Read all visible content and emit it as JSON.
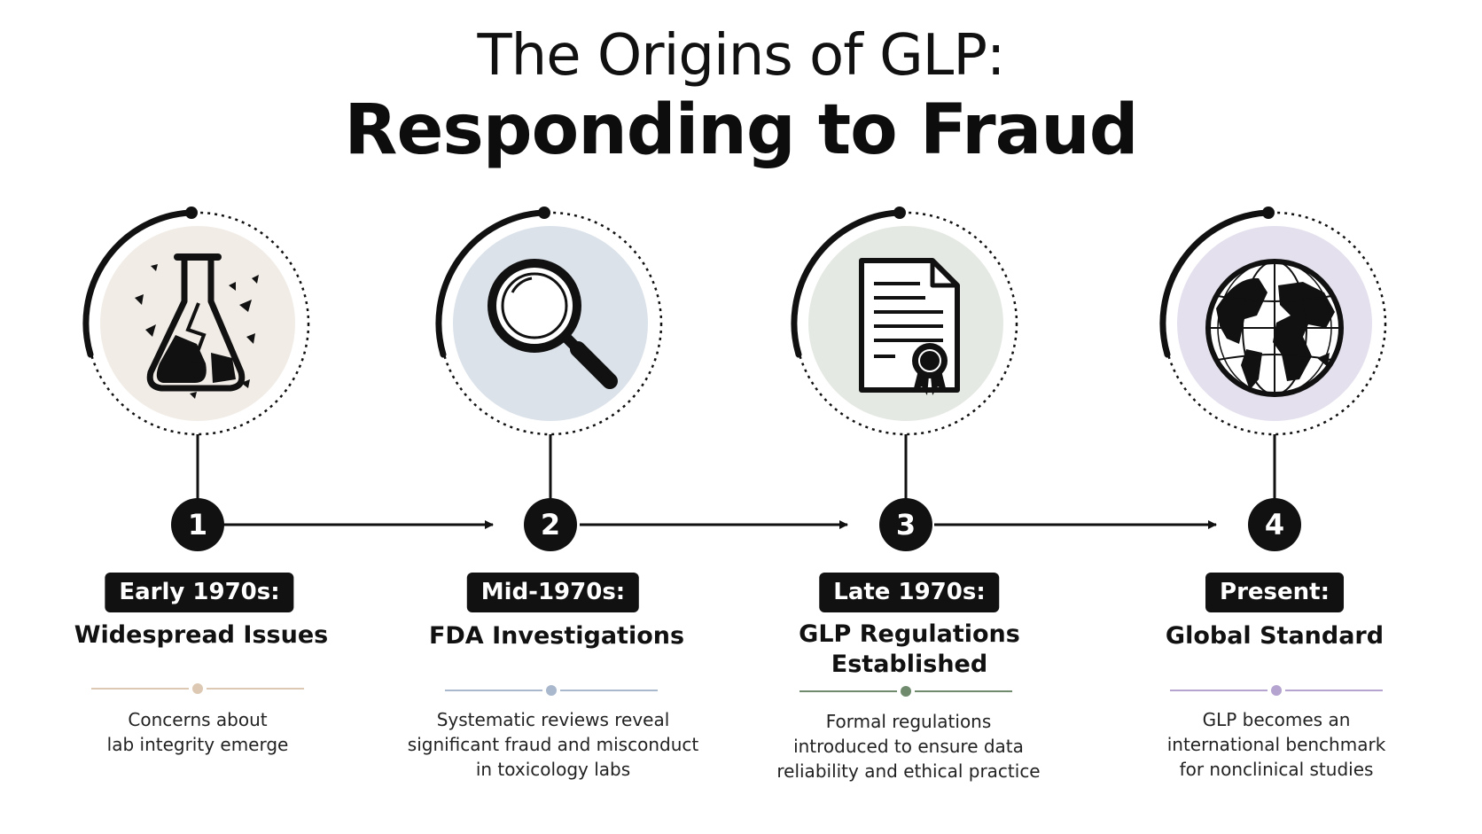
{
  "title": {
    "line1": "The Origins of GLP:",
    "line2": "Responding to Fraud"
  },
  "milestones": [
    {
      "number": "1",
      "period": "Early 1970s:",
      "heading": [
        "Widespread Issues"
      ],
      "description": [
        "Concerns about",
        "lab integrity emerge"
      ],
      "icon": "broken-flask-icon",
      "accent": "#ddc9b3",
      "circle_fill": "#f1ece6"
    },
    {
      "number": "2",
      "period": "Mid-1970s:",
      "heading": [
        "FDA Investigations"
      ],
      "description": [
        "Systematic reviews reveal",
        "significant fraud and misconduct",
        "in toxicology labs"
      ],
      "icon": "magnifying-glass-icon",
      "accent": "#a9b8cc",
      "circle_fill": "#dbe2ea"
    },
    {
      "number": "3",
      "period": "Late 1970s:",
      "heading": [
        "GLP Regulations",
        "Established"
      ],
      "description": [
        "Formal regulations",
        "introduced to ensure data",
        "reliability and ethical practice"
      ],
      "icon": "certified-document-icon",
      "accent": "#6f8a6c",
      "circle_fill": "#e5e9e3"
    },
    {
      "number": "4",
      "period": "Present:",
      "heading": [
        "Global Standard"
      ],
      "description": [
        "GLP becomes an",
        "international benchmark",
        "for nonclinical studies"
      ],
      "icon": "globe-icon",
      "accent": "#b4a4cf",
      "circle_fill": "#e4e0ee"
    }
  ]
}
